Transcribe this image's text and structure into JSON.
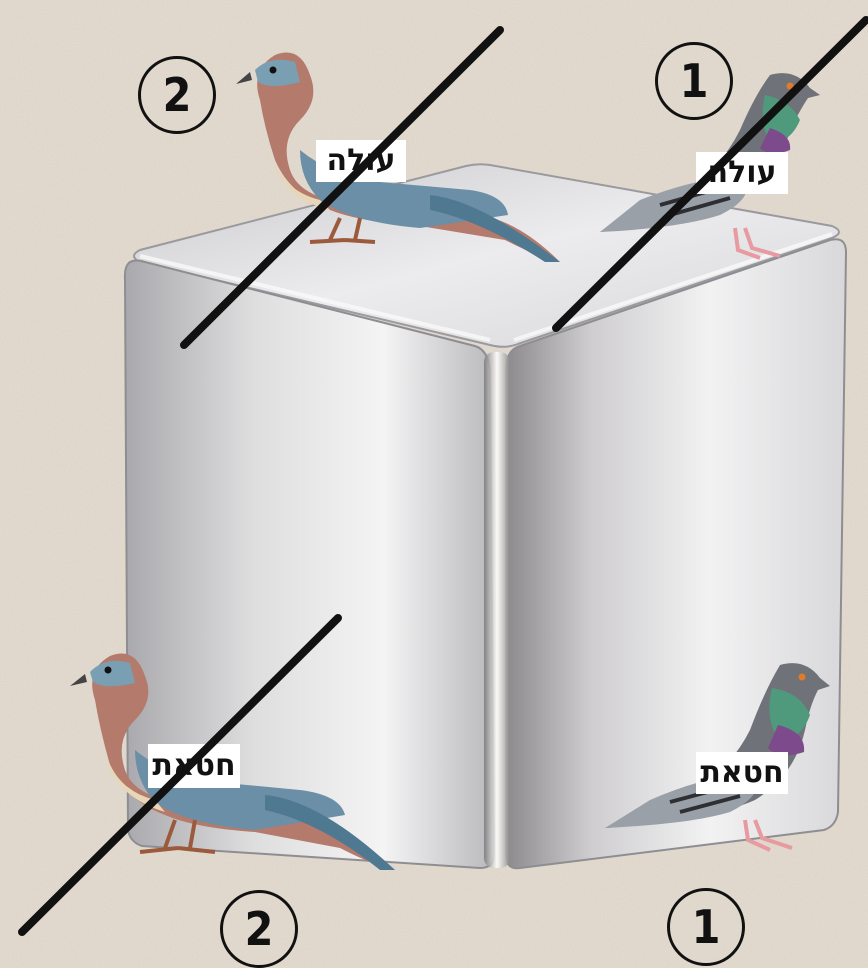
{
  "labels": {
    "pigeon_top": "עולה",
    "dove_top": "עולה",
    "pigeon_bottom": "חטאת",
    "dove_bottom": "חטאת"
  },
  "numbers": {
    "top_left": "2",
    "top_right": "1",
    "bottom_left": "2",
    "bottom_right": "1"
  },
  "colors": {
    "background": "#e6ded2",
    "strike_line": "#111111",
    "label_bg": "#ffffff"
  }
}
